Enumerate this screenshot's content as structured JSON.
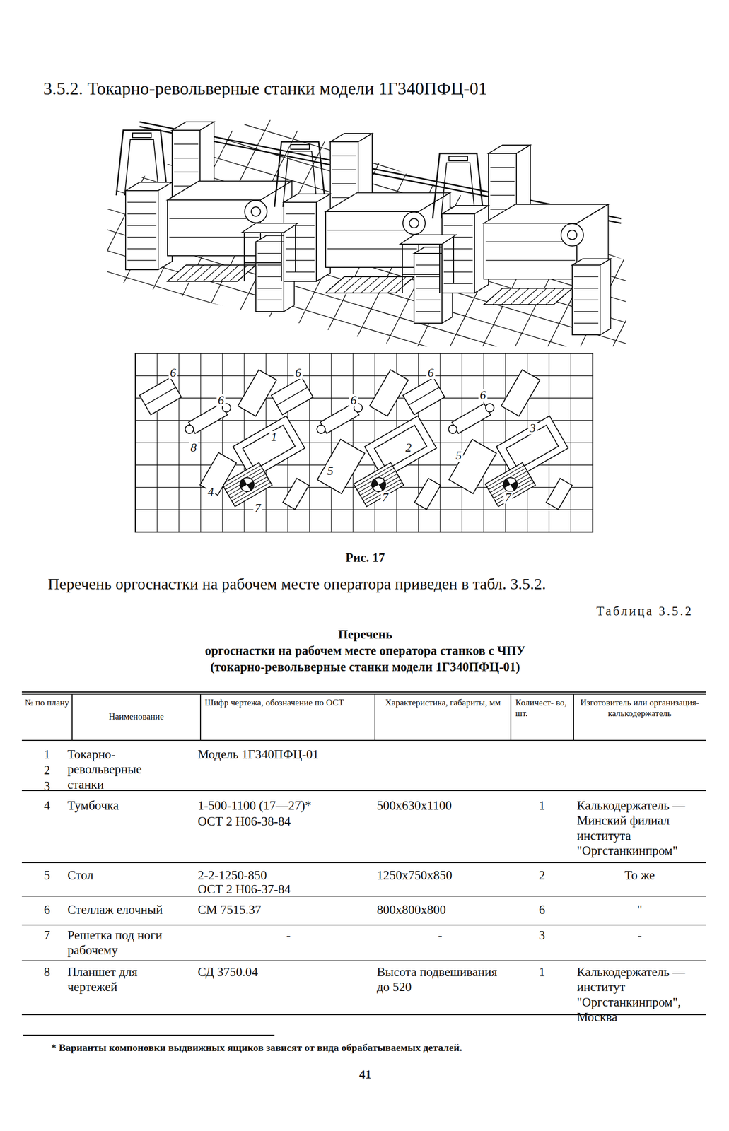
{
  "diagram": {
    "title": "3.5.2. Токарно-револьверные станки модели 1Г340ПФЦ-01",
    "caption": "Рис. 17",
    "labels": [
      "6",
      "6",
      "6",
      "6",
      "6",
      "6",
      "8",
      "1",
      "2",
      "3",
      "5",
      "5",
      "4",
      "7",
      "7",
      "7",
      "Перечень оргоснастки на рабочем месте оператора приведен в табл. 3.5.2.",
      "Таблица 3.5.2",
      "Перечень",
      "оргоснастки на рабочем месте оператора станков с ЧПУ",
      "(токарно-револьверные станки модели 1Г340ПФЦ-01)",
      "№ по плану",
      "Наименование",
      "Шифр чертежа, обозначение по ОСТ",
      "Характеристика, габариты, мм",
      "Количест- во, шт.",
      "Изготовитель или организация-калькодержатель",
      "1",
      "2",
      "3",
      "Токарно-револьверные станки",
      "Модель 1Г340ПФЦ-01",
      "4",
      "Тумбочка",
      "1-500-1100 (17—27)*",
      "ОСТ 2 Н06-38-84",
      "500x630x1100",
      "1",
      "Калькодержатель — Минский филиал института \"Оргстанкинпром\"",
      "5",
      "Стол",
      "2-2-1250-850",
      "ОСТ 2 Н06-37-84",
      "1250x750x850",
      "2",
      "То же",
      "6",
      "Стеллаж елочный",
      "СМ 7515.37",
      "800x800x800",
      "6",
      "\"",
      "7",
      "Решетка под ноги рабочему",
      "-",
      "-",
      "3",
      "-",
      "8",
      "Планшет для чертежей",
      "СД 3750.04",
      "Высота подвешивания до 520",
      "1",
      "Калькодержатель — институт \"Оргстанкинпром\", Москва",
      "* Варианты компоновки выдвижных ящиков зависят от вида обрабатываемых деталей.",
      "41"
    ]
  }
}
